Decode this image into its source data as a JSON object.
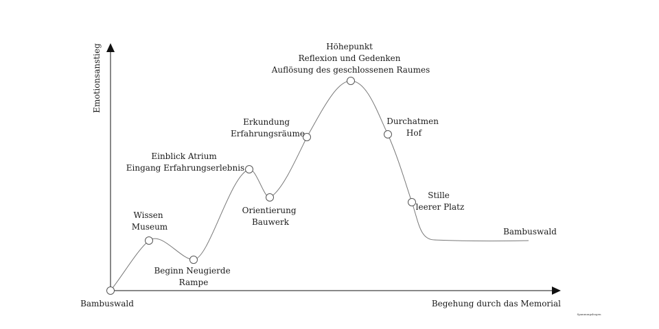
{
  "diagram": {
    "y_axis_label": "Emotionsanstieg",
    "x_axis_label": "Begehung durch das Memorial",
    "footnote": "Spannungsbogen",
    "points": [
      {
        "id": "start",
        "lines": [
          "Bambuswald"
        ]
      },
      {
        "id": "wissen",
        "lines": [
          "Wissen",
          "Museum"
        ]
      },
      {
        "id": "beginn",
        "lines": [
          "Beginn Neugierde",
          "Rampe"
        ]
      },
      {
        "id": "einblick",
        "lines": [
          "Einblick Atrium",
          "Eingang Erfahrungserlebnis"
        ]
      },
      {
        "id": "orientierung",
        "lines": [
          "Orientierung",
          "Bauwerk"
        ]
      },
      {
        "id": "erkundung",
        "lines": [
          "Erkundung",
          "Erfahrungsräume"
        ]
      },
      {
        "id": "hoehepunkt",
        "lines": [
          "Höhepunkt",
          "Reflexion und Gedenken",
          "Auflösung des geschlossenen Raumes"
        ]
      },
      {
        "id": "durchatmen",
        "lines": [
          "Durchatmen",
          "Hof"
        ]
      },
      {
        "id": "stille",
        "lines": [
          "Stille",
          "leerer Platz"
        ]
      },
      {
        "id": "end",
        "lines": [
          "Bambuswald"
        ]
      }
    ]
  }
}
